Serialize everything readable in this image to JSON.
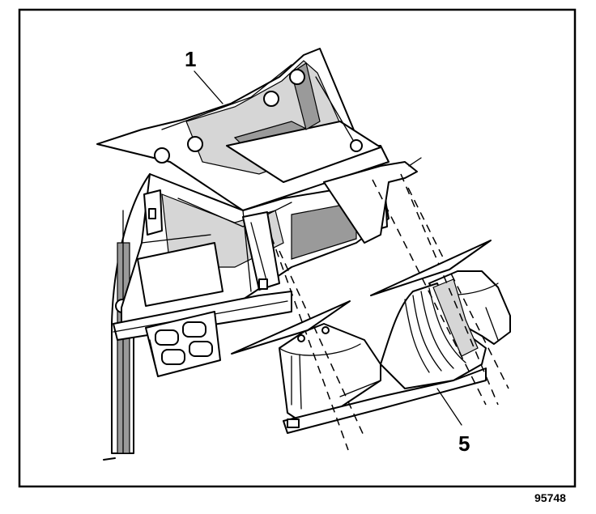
{
  "figure": {
    "callouts": [
      {
        "id": "1",
        "label": "1"
      },
      {
        "id": "5",
        "label": "5"
      }
    ],
    "figure_number": "95748",
    "colors": {
      "ink": "#000000",
      "paper": "#ffffff",
      "shade": "#9a9a9a",
      "light_shade": "#d6d6d6"
    }
  }
}
